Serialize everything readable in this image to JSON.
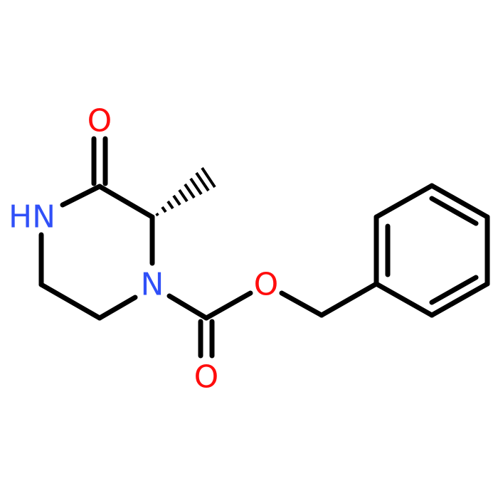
{
  "atoms": {
    "carbonyl_oxygen": "O",
    "amide_nitrogen": "HN",
    "ring_nitrogen": "N",
    "ester_oxygen": "O",
    "carbamate_oxygen": "O"
  },
  "colors": {
    "bond": "#000000",
    "oxygen": "#ff0d0d",
    "nitrogen": "#3050f8"
  }
}
